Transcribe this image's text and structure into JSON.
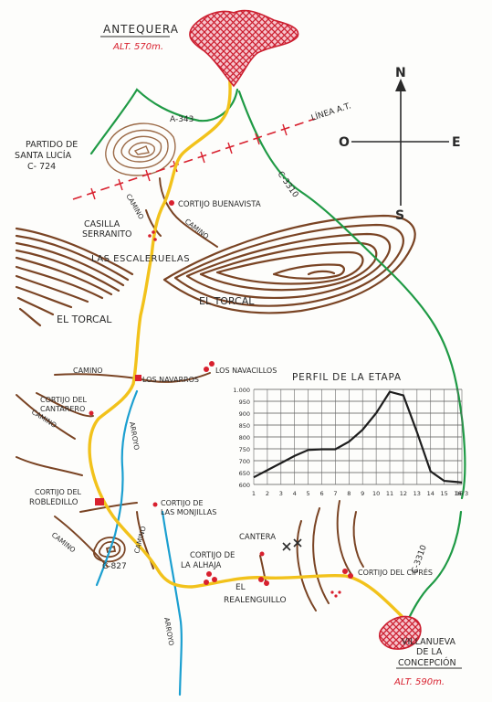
{
  "towns": {
    "start": {
      "name": "ANTEQUERA",
      "altitude": "ALT. 570m."
    },
    "end": {
      "name_line1": "VILLANUEVA",
      "name_line2": "DE LA",
      "name_line3": "CONCEPCIÓN",
      "altitude": "ALT. 590m."
    }
  },
  "roads": {
    "a343": "A-343",
    "c3310_top": "C-3310",
    "c3310_bottom": "C-3310",
    "c327": "C-827",
    "power_line": "LÍNEA A.T."
  },
  "compass": {
    "north": "N",
    "south": "S",
    "east": "E",
    "west": "O"
  },
  "places": {
    "santa_lucia_1": "PARTIDO DE",
    "santa_lucia_2": "SANTA LUCÍA",
    "santa_lucia_3": "C- 724",
    "buenavista": "CORTIJO BUENAVISTA",
    "serranito_1": "CASILLA",
    "serranito_2": "SERRANITO",
    "escaleruelas": "LAS ESCALERUELAS",
    "torcal_left": "EL TORCAL",
    "torcal_right": "EL TORCAL",
    "navarros": "LOS NAVARROS",
    "navacillos": "LOS NAVACILLOS",
    "cantarero_1": "CORTIJO DEL",
    "cantarero_2": "CANTARERO",
    "robledillo_1": "CORTIJO DEL",
    "robledillo_2": "ROBLEDILLO",
    "monjillas_1": "CORTIJO DE",
    "monjillas_2": "LAS MONJILLAS",
    "cantera": "CANTERA",
    "alhaja_1": "CORTIJO DE",
    "alhaja_2": "LA ALHAJA",
    "realenguillo_1": "EL",
    "realenguillo_2": "REALENGUILLO",
    "cipres": "CORTIJO DEL CIPRÉS",
    "camino": "CAMINO",
    "arroyo": "ARROYO"
  },
  "colors": {
    "route": "#f2c21b",
    "road": "#1f9a45",
    "river": "#1b9fd0",
    "relief": "#7a4424",
    "town": "#d8202e",
    "ink": "#2a2a2a",
    "profile_line": "#1e1e1e"
  },
  "chart_data": {
    "type": "line",
    "title": "PERFIL DE LA ETAPA",
    "x": [
      1,
      2,
      3,
      4,
      5,
      6,
      7,
      8,
      9,
      10,
      11,
      12,
      13,
      14,
      15,
      16,
      16.3
    ],
    "x_tick_labels": [
      "1",
      "2",
      "3",
      "4",
      "5",
      "6",
      "7",
      "8",
      "9",
      "10",
      "11",
      "12",
      "13",
      "14",
      "15",
      "16",
      "16'3"
    ],
    "y_ticks": [
      "1.000",
      "950",
      "900",
      "850",
      "800",
      "750",
      "700",
      "650",
      "600"
    ],
    "ylim": [
      600,
      1000
    ],
    "series": [
      {
        "values": [
          630,
          660,
          690,
          720,
          745,
          748,
          748,
          780,
          830,
          900,
          990,
          975,
          820,
          655,
          615,
          610,
          608
        ]
      }
    ],
    "grid": true
  }
}
